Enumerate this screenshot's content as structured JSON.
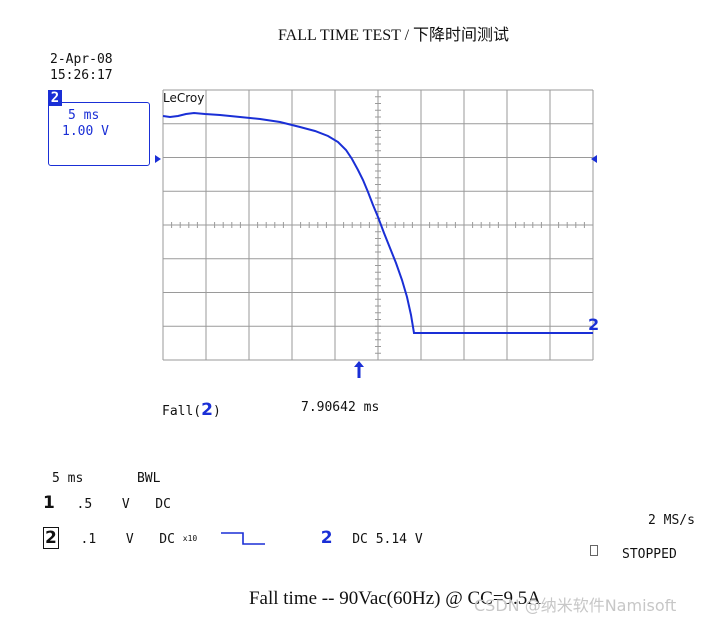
{
  "title": "FALL TIME TEST / 下降时间测试",
  "screen": {
    "date": "2-Apr-08",
    "time": "15:26:17",
    "channel_badge": "2",
    "timebase_box": {
      "time_div": "5 ms",
      "volt_div": "1.00 V"
    },
    "brand": "LeCroy",
    "trace_marker": "2",
    "trace_color": "#1a2fd6"
  },
  "measurement": {
    "label": "Fall(",
    "channel": "2",
    "close": ")",
    "value": "7.90642 ms"
  },
  "footer": {
    "timebase": "5 ms",
    "bwl": "BWL",
    "ch1": {
      "num": "1",
      "volt": ".5",
      "unit": "V",
      "coupling": "DC"
    },
    "ch2": {
      "num": "2",
      "volt": ".1",
      "unit": "V",
      "coupling": "DC",
      "probe": "x10"
    },
    "trigger": {
      "channel": "2",
      "text": "DC 5.14 V"
    },
    "sample_rate": "2 MS/s",
    "status": "STOPPED"
  },
  "caption": "Fall time  --  90Vac(60Hz) @   CC=9.5A",
  "watermark": "CSDN @纳米软件Namisoft"
}
